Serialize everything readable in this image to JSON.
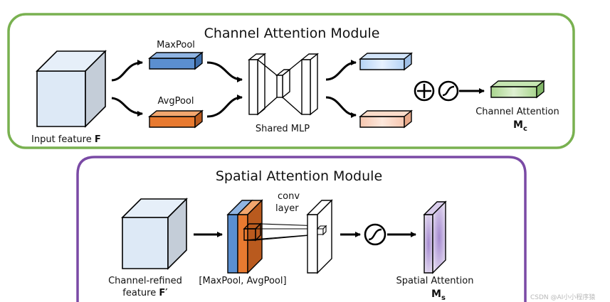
{
  "channel_module": {
    "title": "Channel Attention Module",
    "input_label": "Input feature ",
    "input_symbol": "F",
    "maxpool_label": "MaxPool",
    "avgpool_label": "AvgPool",
    "mlp_label": "Shared MLP",
    "output_label": "Channel Attention",
    "output_symbol": "M",
    "output_subscript": "c",
    "colors": {
      "border": "#79b150",
      "maxpool": "#5b8fd0",
      "avgpool": "#e87a30",
      "output": "#a9d58e"
    }
  },
  "spatial_module": {
    "title": "Spatial Attention Module",
    "input_label_line1": "Channel-refined",
    "input_label_line2": "feature ",
    "input_symbol": "F′",
    "pool_label": "[MaxPool, AvgPool]",
    "conv_label_line1": "conv",
    "conv_label_line2": "layer",
    "output_label": "Spatial Attention",
    "output_symbol": "M",
    "output_subscript": "s",
    "colors": {
      "border": "#7a4aa5",
      "output": "#c9b8e0"
    }
  },
  "watermark": "CSDN @AI小小程序猿"
}
